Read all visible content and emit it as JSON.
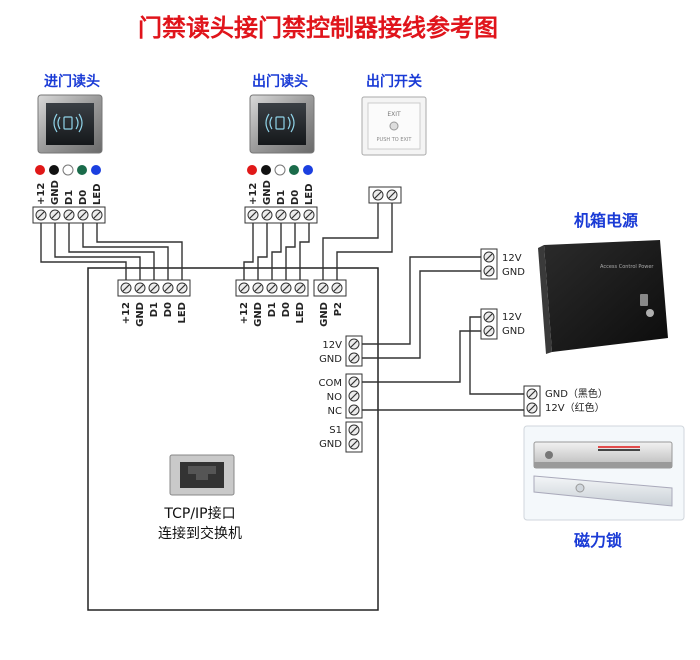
{
  "title": "门禁读头接门禁控制器接线参考图",
  "entry_reader": {
    "label": "进门读头",
    "pins": [
      "+12",
      "GND",
      "D1",
      "D0",
      "LED"
    ]
  },
  "exit_reader": {
    "label": "出门读头",
    "pins": [
      "+12",
      "GND",
      "D1",
      "D0",
      "LED"
    ]
  },
  "exit_button": {
    "label": "出门开关",
    "line1": "EXIT",
    "line2": "PUSH TO EXIT"
  },
  "power_supply": {
    "label": "机箱电源",
    "small_text": "Access Control Power",
    "out1": [
      "12V",
      "GND"
    ],
    "out2": [
      "12V",
      "GND"
    ]
  },
  "controller": {
    "reader1_pins": [
      "+12",
      "GND",
      "D1",
      "D0",
      "LED"
    ],
    "reader2_pins": [
      "+12",
      "GND",
      "D1",
      "D0",
      "LED"
    ],
    "button_pins": [
      "GND",
      "P2"
    ],
    "power_pins": [
      "12V",
      "GND"
    ],
    "relay_pins": [
      "COM",
      "NO",
      "NC"
    ],
    "sensor_pins": [
      "S1",
      "GND"
    ],
    "port_line1": "TCP/IP接口",
    "port_line2": "连接到交换机"
  },
  "magnetic_lock": {
    "label": "磁力锁",
    "wire1": "GND（黑色）",
    "wire2": "12V（红色）"
  },
  "colors": {
    "title": "#e0141b",
    "label_blue": "#1a3bd6",
    "wire": "#333333",
    "dot_red": "#e01818",
    "dot_black": "#111111",
    "dot_white": "#ffffff",
    "dot_green": "#1a6b4a",
    "dot_blue": "#1b3fe0"
  }
}
